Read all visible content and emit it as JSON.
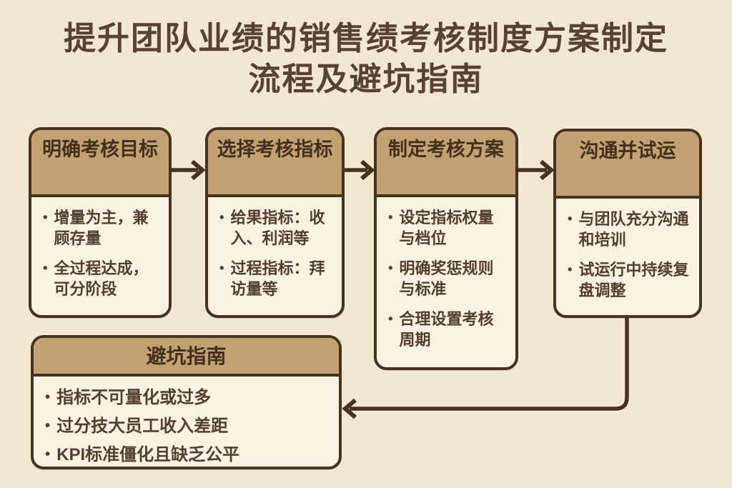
{
  "title": {
    "line1": "提升团队业绩的销售绩考核制度方案制定",
    "line2": "流程及避坑指南"
  },
  "colors": {
    "page_background": "#f2e8d2",
    "box_body_fill": "#f9f1e1",
    "box_header_fill": "#c4a173",
    "border_and_arrows": "#46331f",
    "title_text": "#5a4232",
    "body_text": "#53402c"
  },
  "steps": [
    {
      "title": "明确考核目标",
      "bullets": [
        "增量为主，兼顾存量",
        "全过程达成，可分阶段"
      ]
    },
    {
      "title": "选择考核指标",
      "bullets": [
        "给果指标：收入、利润等",
        "过程指标：拜访量等"
      ]
    },
    {
      "title": "制定考核方案",
      "bullets": [
        "设定指标权量与档位",
        "明确奖惩规则与标准",
        "合理设置考核周期"
      ]
    },
    {
      "title": "沟通并试运",
      "bullets": [
        "与团队充分沟通和培训",
        "试运行中持续复盘调整"
      ]
    }
  ],
  "pitfalls": {
    "title": "避坑指南",
    "bullets": [
      "指标不可量化或过多",
      "过分技大员工收入差距",
      "KPI标准僵化且缺乏公平"
    ]
  },
  "bullet_marker": "•"
}
